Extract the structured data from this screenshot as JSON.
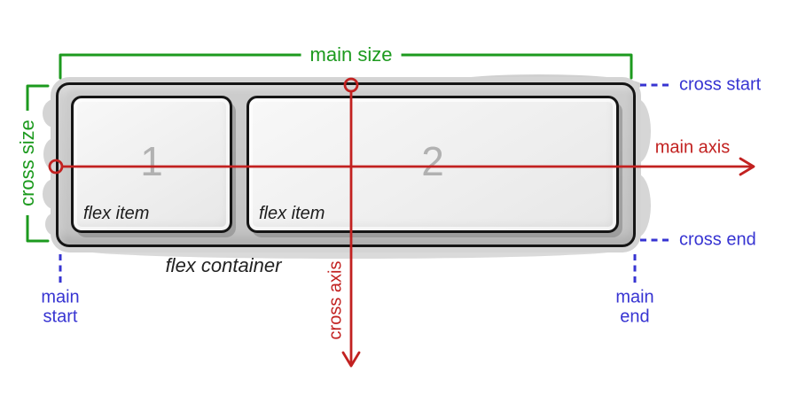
{
  "diagram": {
    "size_labels": {
      "main_size": "main size",
      "cross_size": "cross size"
    },
    "axis_labels": {
      "main_axis": "main axis",
      "cross_axis": "cross axis"
    },
    "edge_labels": {
      "cross_start": "cross start",
      "cross_end": "cross end",
      "main_start": {
        "line1": "main",
        "line2": "start"
      },
      "main_end": {
        "line1": "main",
        "line2": "end"
      }
    },
    "container_label": "flex container",
    "items": [
      {
        "number": "1",
        "label": "flex item"
      },
      {
        "number": "2",
        "label": "flex item"
      }
    ],
    "colors": {
      "green": "#1c9a1e",
      "blue": "#3734d2",
      "red": "#c22120",
      "container_fill": "#c8c8c8",
      "item_fill": "#f0f0f0",
      "number_gray": "#b1b1b1",
      "outline": "#151515"
    }
  }
}
